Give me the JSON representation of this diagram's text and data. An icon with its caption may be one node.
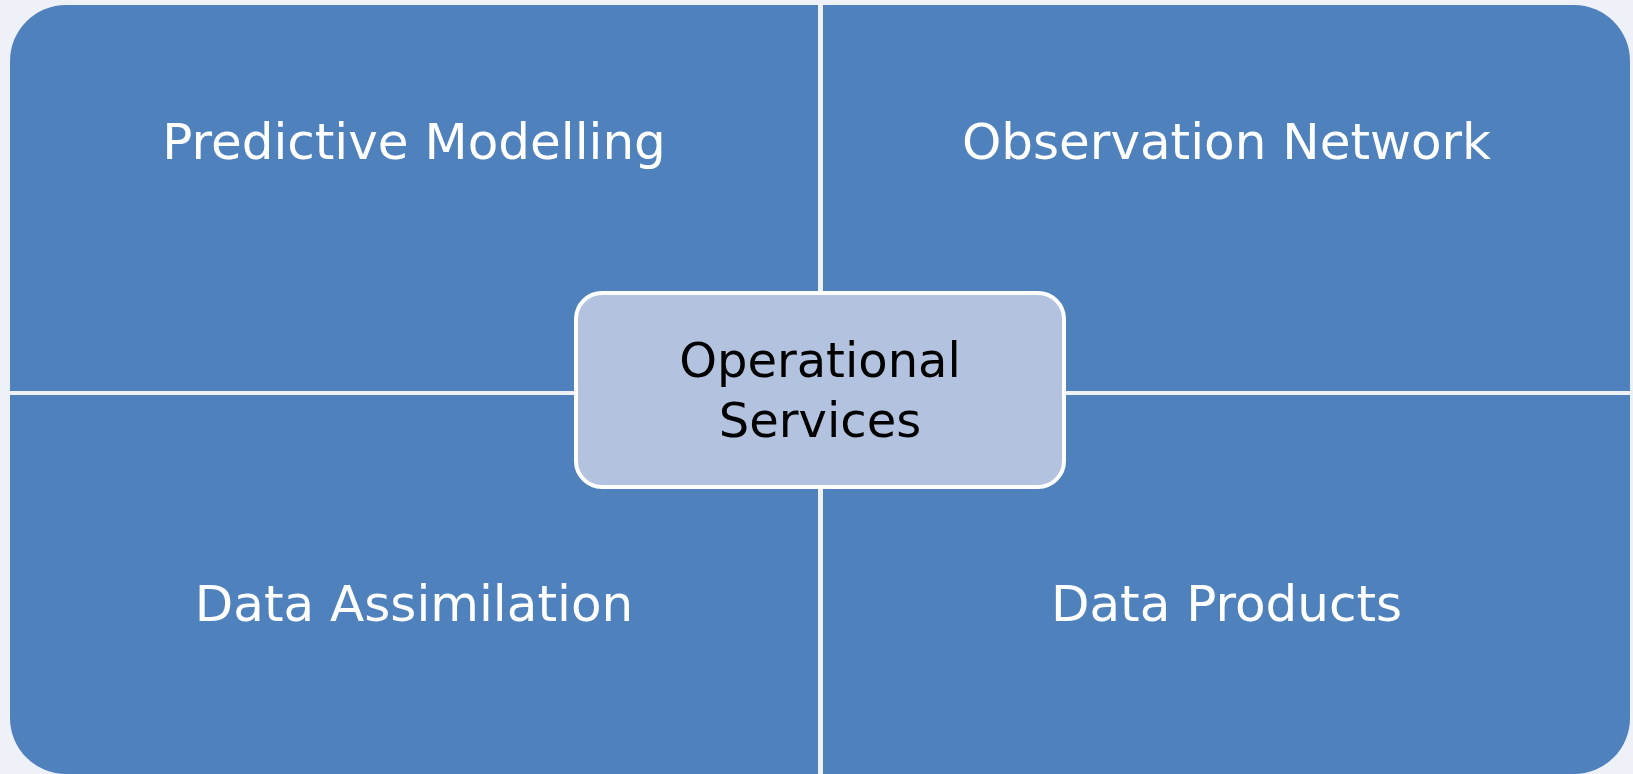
{
  "diagram": {
    "nodes": [
      {
        "text": [
          "Predictive Modelling"
        ]
      },
      {
        "text": [
          "Observation Network"
        ]
      },
      {
        "text": [
          "Data Assimilation"
        ]
      },
      {
        "text": [
          "Data Products"
        ]
      },
      {
        "text": [
          "Operational Services"
        ]
      }
    ]
  }
}
